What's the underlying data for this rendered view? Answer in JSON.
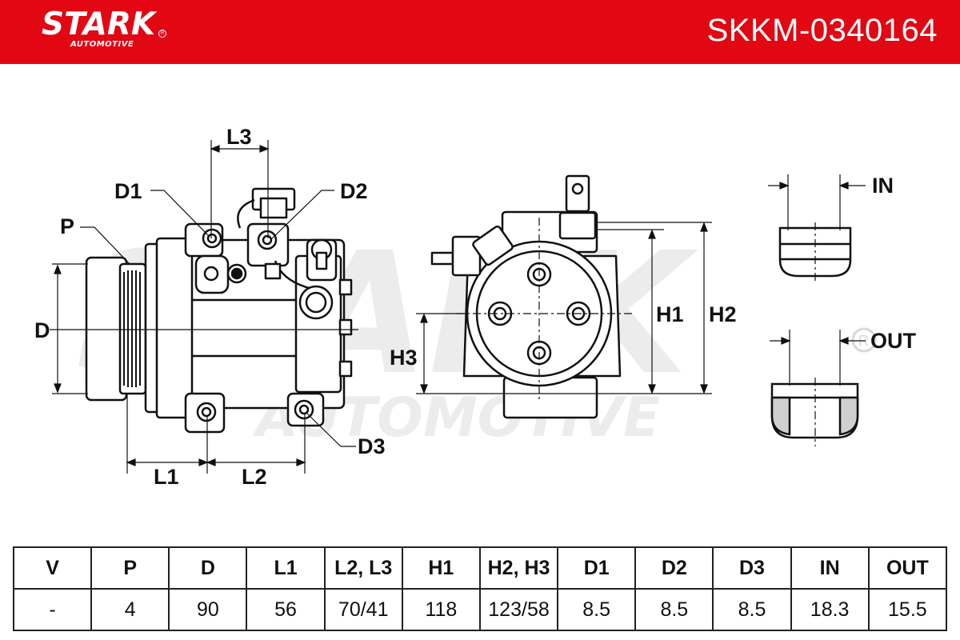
{
  "header": {
    "brand": "STARK",
    "brand_sub": "AUTOMOTIVE",
    "part_number": "SKKM-0340164",
    "color": "#e30613"
  },
  "watermark": {
    "main": "STARK",
    "sub": "AUTOMOTIVE"
  },
  "diagram_labels": {
    "l3": "L3",
    "d1": "D1",
    "d2": "D2",
    "p": "P",
    "d": "D",
    "d3": "D3",
    "l1": "L1",
    "l2": "L2",
    "h1": "H1",
    "h2": "H2",
    "h3": "H3",
    "in": "IN",
    "out": "OUT"
  },
  "spec_table": {
    "headers": [
      "V",
      "P",
      "D",
      "L1",
      "L2, L3",
      "H1",
      "H2, H3",
      "D1",
      "D2",
      "D3",
      "IN",
      "OUT"
    ],
    "values": [
      "-",
      "4",
      "90",
      "56",
      "70/41",
      "118",
      "123/58",
      "8.5",
      "8.5",
      "8.5",
      "18.3",
      "15.5"
    ]
  }
}
